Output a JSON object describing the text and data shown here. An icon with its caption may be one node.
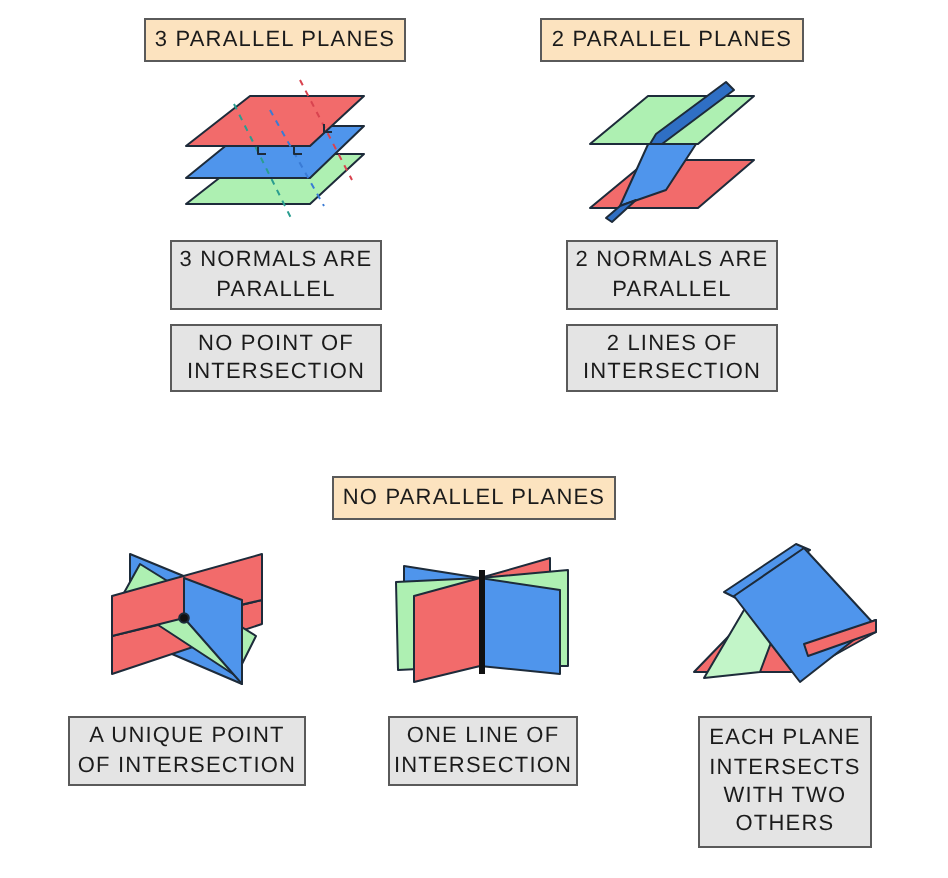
{
  "diagram": {
    "nodes": [
      {
        "text": [
          "3 PARALLEL PLANES"
        ]
      },
      {
        "text": [
          "2 PARALLEL PLANES"
        ]
      },
      {
        "text": [
          "3 NORMALS ARE PARALLEL"
        ]
      },
      {
        "text": [
          "2 NORMALS ARE PARALLEL"
        ]
      },
      {
        "text": [
          "NO POINT OF INTERSECTION"
        ]
      },
      {
        "text": [
          "2 LINES OF INTERSECTION"
        ]
      },
      {
        "text": [
          "NO PARALLEL PLANES"
        ]
      },
      {
        "text": [
          "A UNIQUE POINT OF INTERSECTION"
        ]
      },
      {
        "text": [
          "ONE LINE OF INTERSECTION"
        ]
      },
      {
        "text": [
          "EACH PLANE INTERSECTS WITH TWO OTHERS"
        ]
      }
    ]
  }
}
